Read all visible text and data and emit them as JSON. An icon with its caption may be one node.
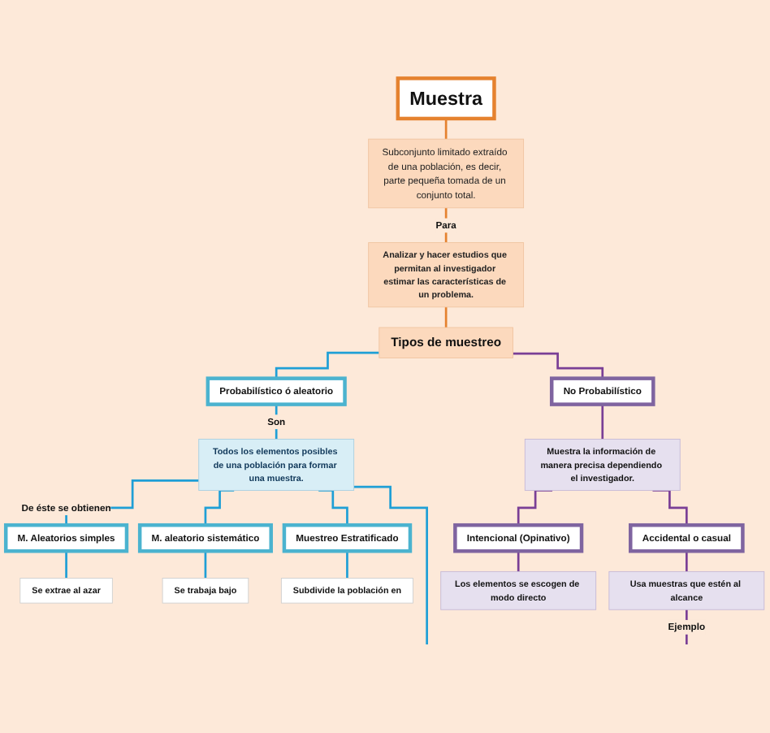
{
  "diagram": {
    "nodes": [
      {
        "text": [
          "Muestra"
        ]
      },
      {
        "text": [
          "Subconjunto limitado extraído de una población, es decir, parte pequeña tomada de un conjunto total."
        ]
      },
      {
        "text": [
          "Analizar y hacer estudios que permitan al investigador estimar las características de un problema."
        ]
      },
      {
        "text": [
          "Tipos de muestreo"
        ]
      },
      {
        "text": [
          "Probabilístico ó aleatorio"
        ]
      },
      {
        "text": [
          "No Probabilístico"
        ]
      },
      {
        "text": [
          "Todos los elementos posibles de una población para formar una muestra."
        ]
      },
      {
        "text": [
          "Muestra la información de manera precisa dependiendo el investigador."
        ]
      },
      {
        "text": [
          "M. Aleatorios simples"
        ]
      },
      {
        "text": [
          "M. aleatorio sistemático"
        ]
      },
      {
        "text": [
          "Muestreo Estratificado"
        ]
      },
      {
        "text": [
          "Accidental o casual"
        ]
      },
      {
        "text": [
          "Intencional (Opinativo)"
        ]
      },
      {
        "text": [
          "Se extrae al azar"
        ]
      },
      {
        "text": [
          "Se trabaja bajo"
        ]
      },
      {
        "text": [
          "Subdivide la población en"
        ]
      },
      {
        "text": [
          "Usa muestras que estén al alcance"
        ]
      },
      {
        "text": [
          "Los elementos se escogen de modo directo"
        ]
      }
    ],
    "edges": [
      {
        "from": 0,
        "to": 1,
        "arrow": "none",
        "color": "#e5822f"
      },
      {
        "from": 1,
        "to": 2,
        "arrow": "none",
        "label": "Para",
        "color": "#e5822f"
      },
      {
        "from": 2,
        "to": 3,
        "arrow": "none",
        "color": "#e5822f"
      },
      {
        "from": 3,
        "to": 4,
        "arrow": "none"
      },
      {
        "from": 3,
        "to": 5,
        "arrow": "none",
        "color": "#7a3f96"
      },
      {
        "from": 4,
        "to": 6,
        "arrow": "none",
        "label": "Son"
      },
      {
        "from": 5,
        "to": 7,
        "arrow": "none",
        "color": "#7a3f96"
      },
      {
        "from": 6,
        "to": 8,
        "arrow": "none",
        "label": "De éste se obtienen"
      },
      {
        "from": 6,
        "to": 9,
        "arrow": "none"
      },
      {
        "from": 6,
        "to": 10,
        "arrow": "none"
      },
      {
        "from": 6,
        "to": null,
        "arrow": "none"
      },
      {
        "from": 7,
        "to": 11,
        "arrow": "none",
        "color": "#7a3f96"
      },
      {
        "from": 7,
        "to": 12,
        "arrow": "none",
        "color": "#7a3f96"
      },
      {
        "from": 8,
        "to": 13,
        "arrow": "none"
      },
      {
        "from": 9,
        "to": 14,
        "arrow": "none"
      },
      {
        "from": 10,
        "to": 15,
        "arrow": "none"
      },
      {
        "from": 11,
        "to": 16,
        "arrow": "none",
        "color": "#7a3f96"
      },
      {
        "from": 12,
        "to": 17,
        "arrow": "none",
        "color": "#7a3f96"
      },
      {
        "from": 16,
        "to": null,
        "arrow": "none",
        "label": "Ejemplo",
        "color": "#7a3f96"
      }
    ]
  }
}
